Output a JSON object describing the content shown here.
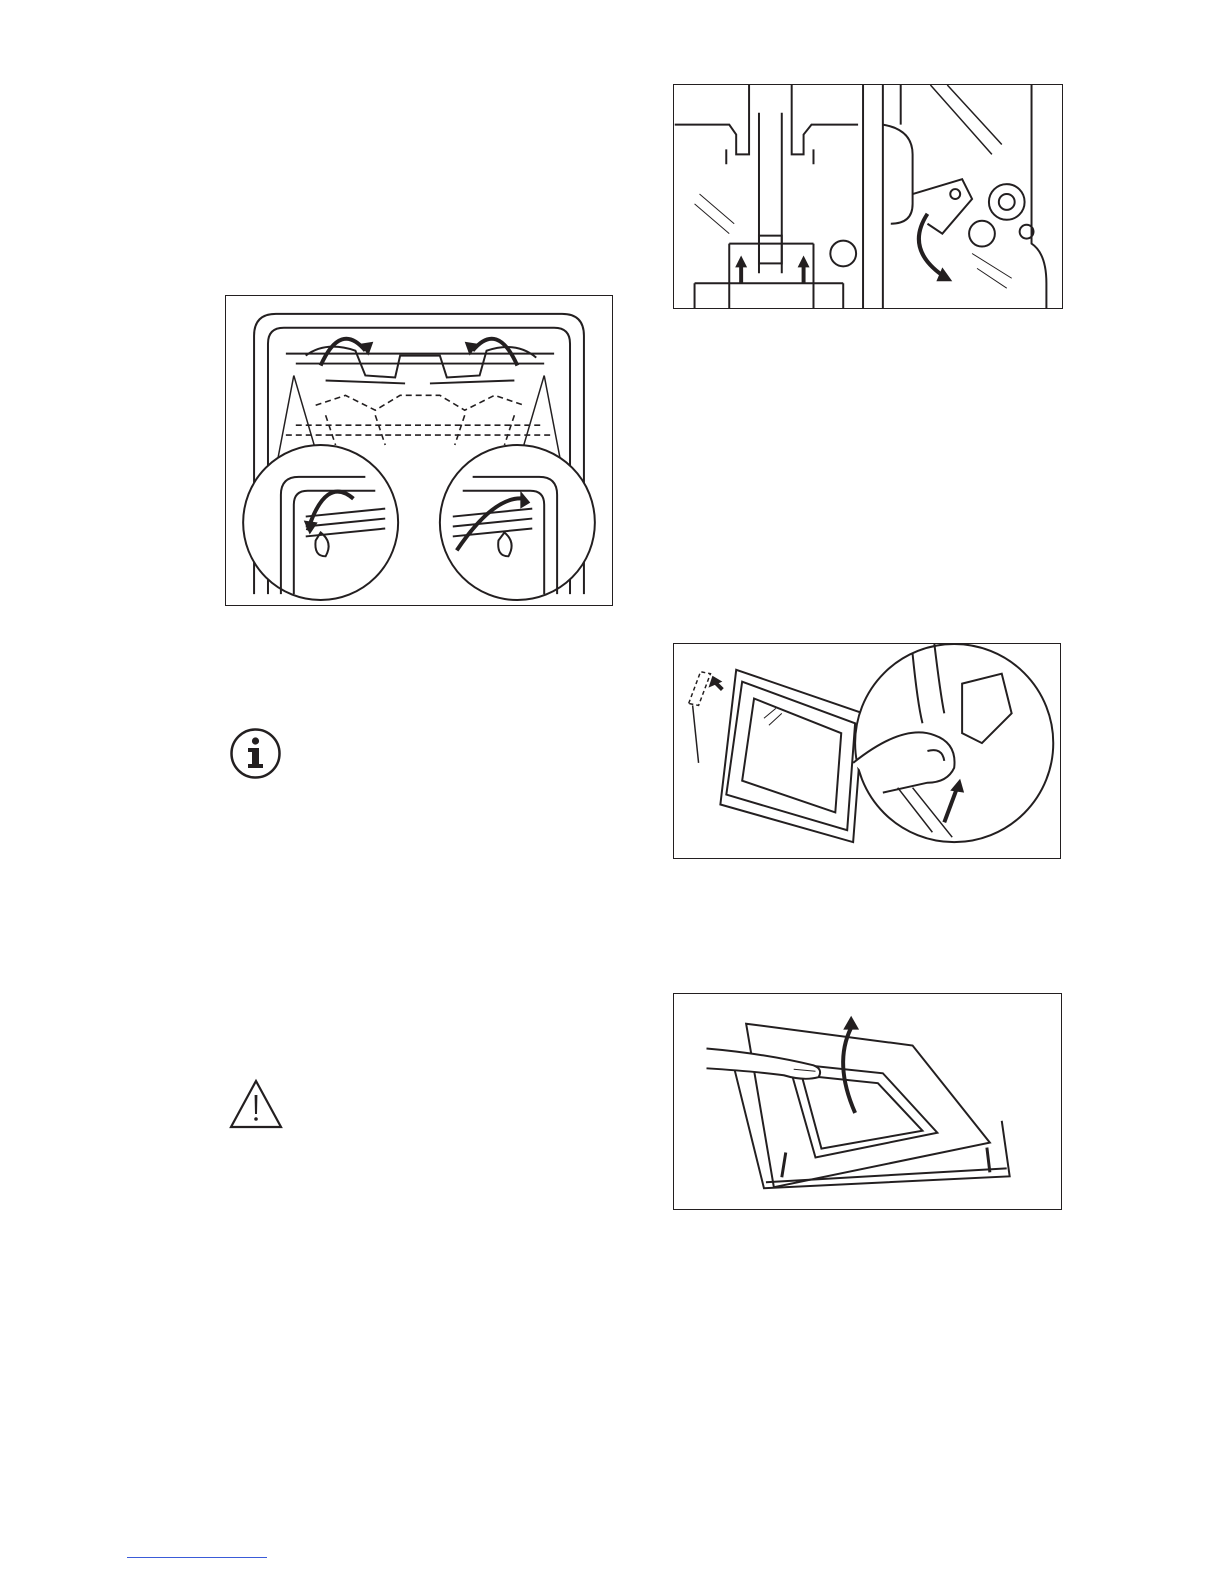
{
  "page": {
    "figures": [
      {
        "id": "shelf-support-removal",
        "icon": "oven-grill-shelf-support-illustration"
      },
      {
        "id": "door-hinge-lever",
        "icon": "door-hinge-illustration"
      },
      {
        "id": "door-removal",
        "icon": "door-lift-illustration"
      },
      {
        "id": "door-glass-panel",
        "icon": "glass-panel-removal-illustration"
      }
    ],
    "icons": {
      "info": "info-icon",
      "warning": "warning-triangle-icon"
    },
    "colors": {
      "line": "#231f20",
      "footer_rule": "#3a5bd8"
    }
  }
}
